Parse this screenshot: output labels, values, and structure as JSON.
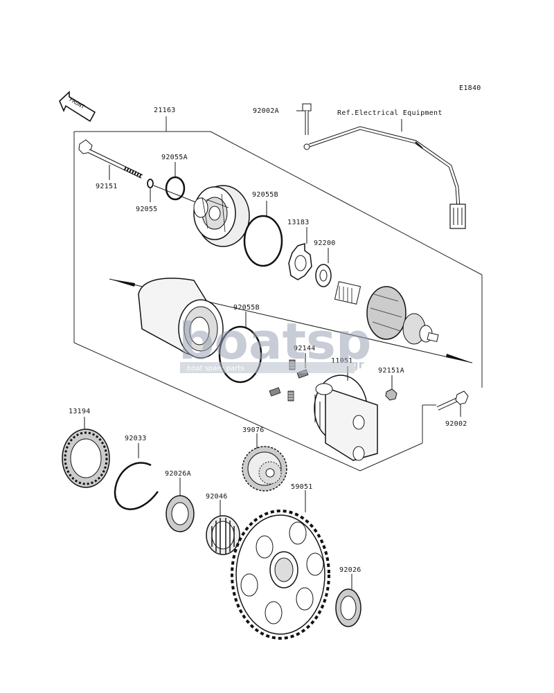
{
  "diagram": {
    "code": "E1840",
    "front_label": "FRONT",
    "ref_label": "Ref.Electrical Equipment",
    "group_label": "21163",
    "parts": [
      {
        "id": "92002A",
        "label": "92002A"
      },
      {
        "id": "92151",
        "label": "92151"
      },
      {
        "id": "92055A",
        "label": "92055A"
      },
      {
        "id": "92055",
        "label": "92055"
      },
      {
        "id": "92055B-top",
        "label": "92055B"
      },
      {
        "id": "13183",
        "label": "13183"
      },
      {
        "id": "92200",
        "label": "92200"
      },
      {
        "id": "92055B-mid",
        "label": "92055B"
      },
      {
        "id": "92144",
        "label": "92144"
      },
      {
        "id": "11051",
        "label": "11051"
      },
      {
        "id": "92151A",
        "label": "92151A"
      },
      {
        "id": "92002",
        "label": "92002"
      },
      {
        "id": "13194",
        "label": "13194"
      },
      {
        "id": "92033",
        "label": "92033"
      },
      {
        "id": "39076",
        "label": "39076"
      },
      {
        "id": "92026A",
        "label": "92026A"
      },
      {
        "id": "92046",
        "label": "92046"
      },
      {
        "id": "59051",
        "label": "59051"
      },
      {
        "id": "92026",
        "label": "92026"
      }
    ]
  },
  "watermark": {
    "brand": "boatsp",
    "domain_suffix": ".gr",
    "tagline": "boat spare parts"
  }
}
